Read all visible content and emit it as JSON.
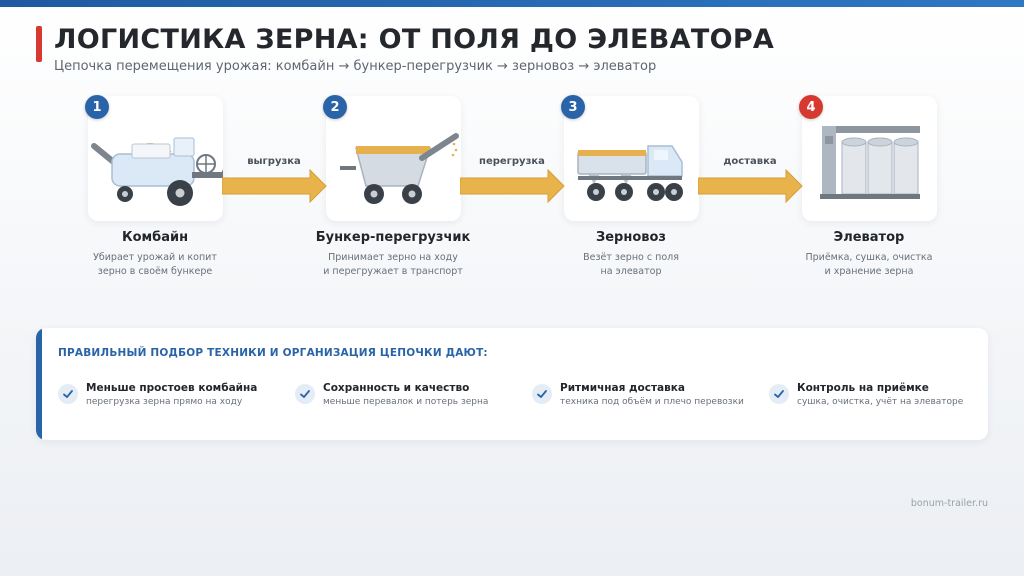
{
  "title": "ЛОГИСТИКА ЗЕРНА: ОТ ПОЛЯ ДО ЭЛЕВАТОРА",
  "subtitle": "Цепочка перемещения урожая: комбайн → бункер-перегрузчик → зерновоз → элеватор",
  "colors": {
    "accent_red": "#d6392f",
    "accent_blue": "#2a64a8",
    "arrow": "#e8b34a",
    "grain": "#e6b04f"
  },
  "steps": [
    {
      "number": "1",
      "name": "Комбайн",
      "description": "Убирает урожай и копит\nзерно в своём бункере",
      "icon": "combine-harvester-icon"
    },
    {
      "number": "2",
      "name": "Бункер-перегрузчик",
      "description": "Принимает зерно на ходу\nи перегружает в транспорт",
      "icon": "grain-cart-icon"
    },
    {
      "number": "3",
      "name": "Зерновоз",
      "description": "Везёт зерно с поля\nна элеватор",
      "icon": "grain-truck-icon"
    },
    {
      "number": "4",
      "name": "Элеватор",
      "description": "Приёмка, сушка, очистка\nи хранение зерна",
      "icon": "grain-elevator-icon"
    }
  ],
  "transitions": [
    "выгрузка",
    "перегрузка",
    "доставка"
  ],
  "benefits_panel": {
    "title": "ПРАВИЛЬНЫЙ ПОДБОР ТЕХНИКИ И ОРГАНИЗАЦИЯ ЦЕПОЧКИ ДАЮТ:",
    "items": [
      {
        "title": "Меньше простоев комбайна",
        "text": "перегрузка зерна прямо на ходу"
      },
      {
        "title": "Сохранность и качество",
        "text": "меньше перевалок и потерь зерна"
      },
      {
        "title": "Ритмичная доставка",
        "text": "техника под объём и плечо перевозки"
      },
      {
        "title": "Контроль на приёмке",
        "text": "сушка, очистка, учёт на элеваторе"
      }
    ]
  },
  "footer": "bonum-trailer.ru"
}
